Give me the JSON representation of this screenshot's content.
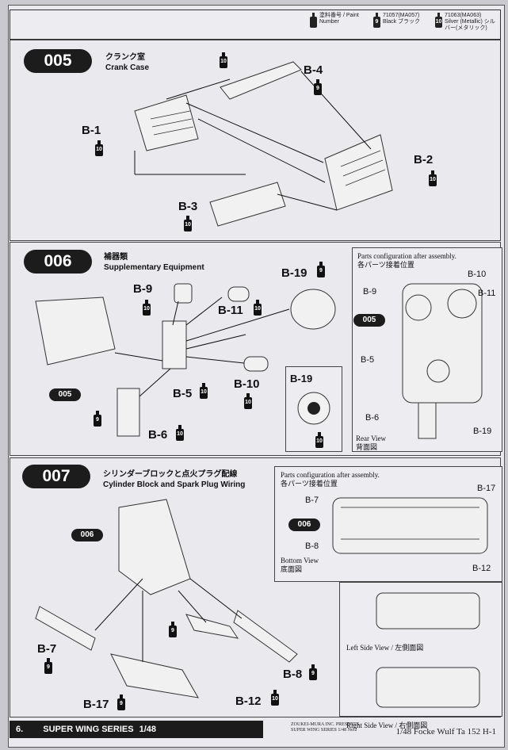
{
  "header": {
    "legend": [
      {
        "code": "",
        "name": "塗料番号 / Paint Number"
      },
      {
        "code": "9",
        "name": "71057(MA057) Black ブラック"
      },
      {
        "code": "10",
        "name": "71063(MA063) Silver (Metallic) シルバー(メタリック)"
      }
    ]
  },
  "steps": [
    {
      "number": "005",
      "title_jp": "クランク室",
      "title_en": "Crank Case",
      "parts": [
        {
          "label": "B-4",
          "paint": "9"
        },
        {
          "label": "B-1",
          "paint": "10"
        },
        {
          "label": "B-2",
          "paint": "10"
        },
        {
          "label": "B-3",
          "paint": "10"
        }
      ],
      "part_paint_small": "10"
    },
    {
      "number": "006",
      "title_jp": "補器類",
      "title_en": "Supplementary Equipment",
      "parts": [
        {
          "label": "B-9",
          "paint": "10"
        },
        {
          "label": "B-11",
          "paint": "10"
        },
        {
          "label": "B-19",
          "paint": "9"
        },
        {
          "label": "B-5",
          "paint": "10"
        },
        {
          "label": "B-10",
          "paint": "10"
        },
        {
          "label": "B-6",
          "paint": "10"
        }
      ],
      "ref": "005",
      "extra_paint": "9",
      "detail_label": "B-19",
      "detail_paint": "10",
      "config_box": {
        "title_en": "Parts configuration after assembly.",
        "title_jp": "各パーツ接着位置",
        "ref": "005",
        "labels": [
          "B-9",
          "B-10",
          "B-11",
          "B-5",
          "B-6",
          "B-19"
        ],
        "view_en": "Rear View",
        "view_jp": "背面図"
      }
    },
    {
      "number": "007",
      "title_jp": "シリンダーブロックと点火プラグ配線",
      "title_en": "Cylinder Block and Spark Plug Wiring",
      "ref": "006",
      "parts": [
        {
          "label": "B-7",
          "paint": "9"
        },
        {
          "label": "B-8",
          "paint": "9"
        },
        {
          "label": "B-12",
          "paint": "10"
        },
        {
          "label": "B-17",
          "paint": "9"
        }
      ],
      "extra_paint": "9",
      "config_box": {
        "title_en": "Parts configuration after assembly.",
        "title_jp": "各パーツ接着位置",
        "ref": "006",
        "labels": [
          "B-7",
          "B-17",
          "B-8",
          "B-12"
        ],
        "view_en": "Bottom View",
        "view_jp": "底面図"
      },
      "left_view": "Left Side View / 左側面図",
      "right_view": "Right Side View / 右側面図"
    }
  ],
  "footer": {
    "page": "6.",
    "series": "SUPER WING SERIES",
    "scale": "1/48",
    "publisher_line1": "ZOUKEI-MURA INC. PRESENTS",
    "publisher_line2": "SUPER WING SERIES 1/48 No.2",
    "model": "1/48  Focke Wulf Ta 152 H-1"
  }
}
